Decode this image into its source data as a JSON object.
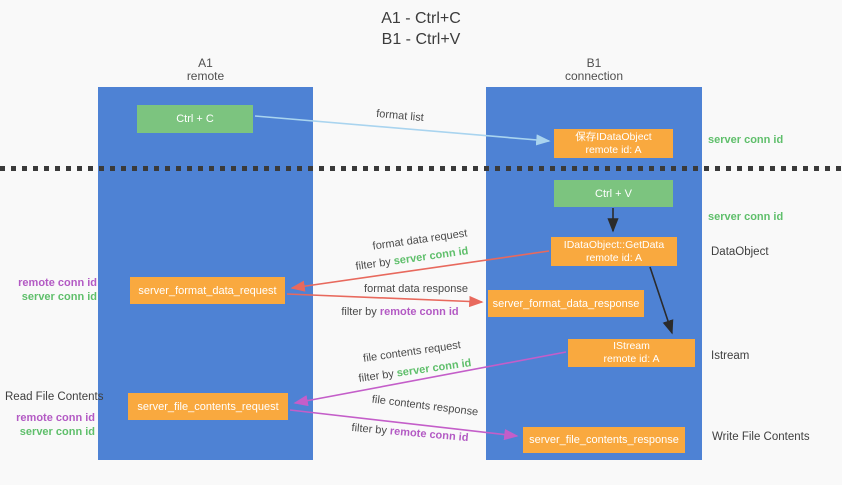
{
  "title": {
    "line1": "A1 - Ctrl+C",
    "line2": "B1 - Ctrl+V"
  },
  "columns": {
    "a1": {
      "title": "A1",
      "subtitle": "remote"
    },
    "b1": {
      "title": "B1",
      "subtitle": "connection"
    }
  },
  "boxes": {
    "ctrl_c": {
      "label": "Ctrl + C"
    },
    "save_idataobject": {
      "line1": "保存IDataObject",
      "line2": "remote id: A"
    },
    "ctrl_v": {
      "label": "Ctrl + V"
    },
    "getdata": {
      "line1": "IDataObject::GetData",
      "line2": "remote id: A"
    },
    "format_request": {
      "label": "server_format_data_request"
    },
    "format_response": {
      "label": "server_format_data_response"
    },
    "istream": {
      "line1": "IStream",
      "line2": "remote id: A"
    },
    "file_request": {
      "label": "server_file_contents_request"
    },
    "file_response": {
      "label": "server_file_contents_response"
    }
  },
  "left_labels": {
    "remote_conn_id_1": "remote conn id",
    "server_conn_id_1": "server conn id",
    "read_file_contents": "Read File Contents",
    "remote_conn_id_2": "remote conn id",
    "server_conn_id_2": "server conn id"
  },
  "right_labels": {
    "server_conn_id_1": "server conn id",
    "server_conn_id_2": "server conn id",
    "dataobject": "DataObject",
    "istream": "Istream",
    "write_file_contents": "Write File Contents"
  },
  "arrow_labels": {
    "format_list": "format list",
    "format_data_request": "format data request",
    "format_data_response": "format data response",
    "file_contents_request": "file contents request",
    "file_contents_response": "file contents response",
    "filter_by": "filter by",
    "server_conn_id": "server conn id",
    "remote_conn_id": "remote conn id"
  },
  "colors": {
    "column_blue": "#4e82d4",
    "box_green": "#7cc47f",
    "box_orange": "#f9a93f",
    "arrow_red": "#e8695d",
    "arrow_magenta": "#c45ec9",
    "arrow_lightblue": "#a9d4ef",
    "arrow_black": "#2b2b2b",
    "text_green": "#5fbf6b",
    "text_purple": "#b35ac4",
    "background": "#f9f9f9"
  }
}
